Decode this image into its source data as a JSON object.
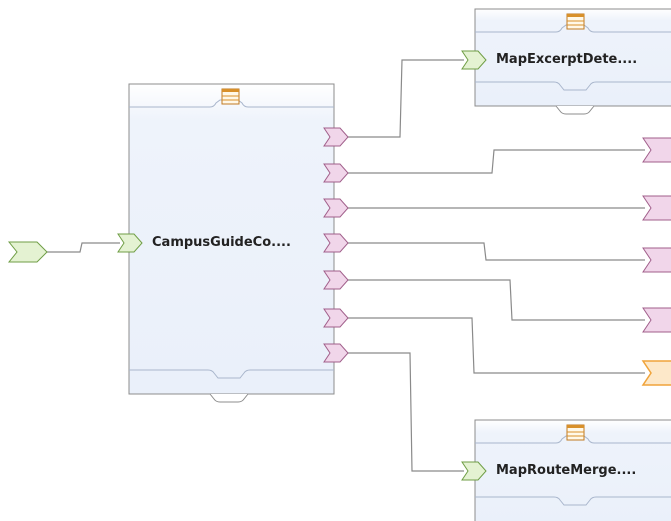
{
  "nodes": {
    "main": {
      "label": "CampusGuideCo...."
    },
    "excerpt": {
      "label": "MapExcerptDete...."
    },
    "route": {
      "label": "MapRouteMerge...."
    }
  },
  "icons": {
    "node_icon": "table-icon",
    "input_port": "input-port-arrow-icon",
    "output_port": "output-port-arrow-icon"
  },
  "colors": {
    "node_fill": "#eef3fb",
    "node_border": "#8c8c8c",
    "input_port_fill": "#e4f2d2",
    "input_port_stroke": "#6f9e45",
    "output_port_fill": "#f1d6ea",
    "output_port_stroke": "#a15f8b",
    "selected_port_fill": "#fde8c9",
    "selected_port_stroke": "#f0a33a",
    "connector": "#8a8a8a",
    "table_icon": "#d8902a"
  }
}
